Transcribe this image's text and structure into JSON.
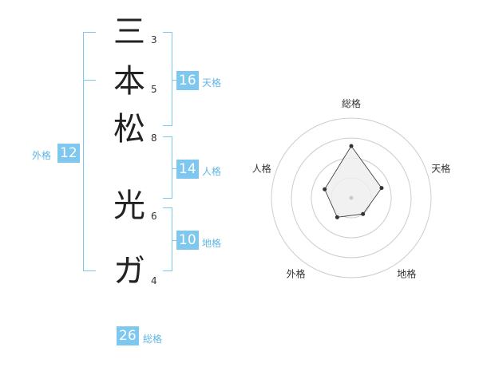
{
  "name": {
    "characters": [
      {
        "char": "三",
        "strokes": "3"
      },
      {
        "char": "本",
        "strokes": "5"
      },
      {
        "char": "松",
        "strokes": "8"
      },
      {
        "char": "光",
        "strokes": "6"
      },
      {
        "char": "ガ",
        "strokes": "4"
      }
    ]
  },
  "kaku": {
    "tenkaku": {
      "value": "16",
      "label": "天格"
    },
    "jinkaku": {
      "value": "14",
      "label": "人格"
    },
    "chikaku": {
      "value": "10",
      "label": "地格"
    },
    "gaikaku": {
      "value": "12",
      "label": "外格"
    },
    "sokaku": {
      "value": "26",
      "label": "総格"
    }
  },
  "chart_data": {
    "type": "radar",
    "axes": [
      "総格",
      "天格",
      "地格",
      "外格",
      "人格"
    ],
    "values": [
      26,
      16,
      10,
      12,
      14
    ],
    "ring_count": 4,
    "colors": {
      "fill": "#eeeeee",
      "line": "#333333",
      "grid": "#cccccc",
      "point": "#333333"
    }
  },
  "colors": {
    "accent": "#7ec7ef",
    "accent_text": "#5fb6e6"
  }
}
